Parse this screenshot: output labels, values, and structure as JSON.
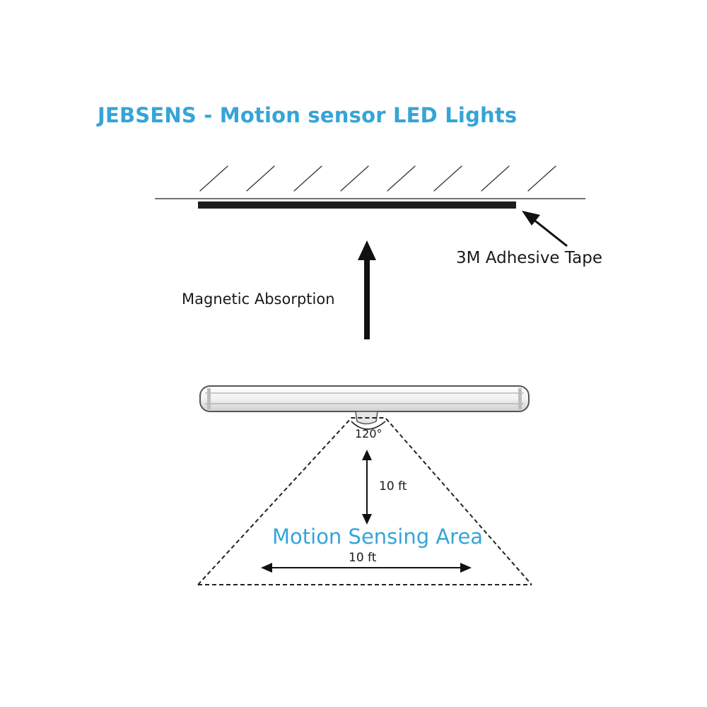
{
  "diagram": {
    "title": "JEBSENS - Motion sensor LED Lights",
    "labels": {
      "adhesive_tape": "3M Adhesive Tape",
      "magnetic_absorption": "Magnetic Absorption",
      "angle": "120°",
      "vertical_distance": "10 ft",
      "sensing_area": "Motion Sensing Area",
      "horizontal_distance": "10 ft"
    },
    "colors": {
      "accent": "#35a4d8",
      "ink": "#1a1a1a"
    },
    "icons": {
      "up_arrow": "magnetic-absorption-arrow-icon",
      "pointer_arrow": "tape-pointer-arrow-icon",
      "light_bar": "led-light-bar-icon"
    }
  }
}
